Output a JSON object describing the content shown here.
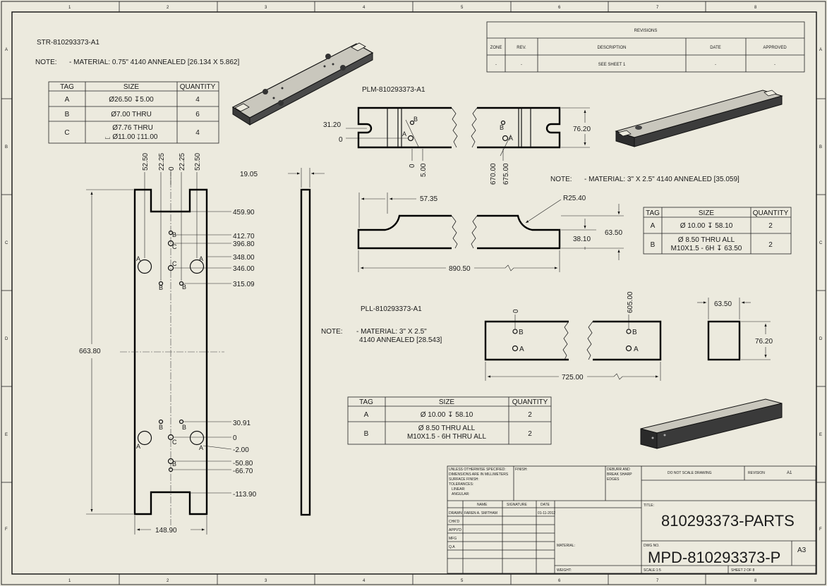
{
  "sheet": {
    "col_numbers": [
      "1",
      "2",
      "3",
      "4",
      "5",
      "6",
      "7",
      "8"
    ],
    "row_letters": [
      "A",
      "B",
      "C",
      "D",
      "E",
      "F"
    ]
  },
  "revisions": {
    "title": "REVISIONS",
    "headers": [
      "ZONE",
      "REV.",
      "DESCRIPTION",
      "DATE",
      "APPROVED"
    ],
    "row": [
      "-",
      "-",
      "SEE SHEET 1",
      "-",
      "-"
    ]
  },
  "str_part": {
    "title": "STR-810293373-A1",
    "note_label": "NOTE:",
    "note": "- MATERIAL: 0.75\" 4140 ANNEALED [26.134 X 5.862]",
    "table": {
      "headers": [
        "TAG",
        "SIZE",
        "QUANTITY"
      ],
      "rows": [
        {
          "tag": "A",
          "size": "Ø26.50 ↧5.00",
          "size2": "",
          "qty": "4"
        },
        {
          "tag": "B",
          "size": "Ø7.00 THRU",
          "size2": "",
          "qty": "6"
        },
        {
          "tag": "C",
          "size": "Ø7.76 THRU",
          "size2": "⌴ Ø11.00 ↧11.00",
          "qty": "4"
        }
      ]
    },
    "top_dims": [
      "52.50",
      "22.25",
      "0",
      "22.25",
      "52.50"
    ],
    "right_dims": [
      "459.90",
      "412.70",
      "396.80",
      "348.00",
      "346.00",
      "315.09",
      "30.91",
      "0",
      "-2.00",
      "-50.80",
      "-66.70",
      "-113.90"
    ],
    "height_dim": "663.80",
    "width_dim": "148.90",
    "thickness_dim": "19.05",
    "hole_tags": [
      "A",
      "B",
      "C"
    ]
  },
  "plm_part": {
    "title": "PLM-810293373-A1",
    "note_label": "NOTE:",
    "note": "- MATERIAL: 3\" X 2.5\" 4140 ANNEALED [35.059]",
    "dims": {
      "d3120": "31.20",
      "zero": "0",
      "d500": "5.00",
      "d67000": "670.00",
      "d67500": "675.00",
      "d7620": "76.20",
      "d5735": "57.35",
      "r2540": "R25.40",
      "d6350": "63.50",
      "d3810": "38.10",
      "d89050": "890.50"
    },
    "table": {
      "headers": [
        "TAG",
        "SIZE",
        "QUANTITY"
      ],
      "rows": [
        {
          "tag": "A",
          "size": "Ø 10.00 ↧ 58.10",
          "size2": "",
          "qty": "2"
        },
        {
          "tag": "B",
          "size": "Ø 8.50 THRU ALL",
          "size2": "M10X1.5 - 6H ↧ 63.50",
          "qty": "2"
        }
      ]
    }
  },
  "pll_part": {
    "title": "PLL-810293373-A1",
    "note_label": "NOTE:",
    "note_line1": "- MATERIAL: 3\" X 2.5\"",
    "note_line2": "4140 ANNEALED [28.543]",
    "dims": {
      "zero": "0",
      "d60500": "605.00",
      "d72500": "725.00",
      "d6350": "63.50",
      "d7620": "76.20"
    },
    "table": {
      "headers": [
        "TAG",
        "SIZE",
        "QUANTITY"
      ],
      "rows": [
        {
          "tag": "A",
          "size": "Ø 10.00 ↧ 58.10",
          "size2": "",
          "qty": "2"
        },
        {
          "tag": "B",
          "size": "Ø 8.50 THRU ALL",
          "size2": "M10X1.5 - 6H THRU ALL",
          "qty": "2"
        }
      ]
    }
  },
  "title_block": {
    "unless": "UNLESS OTHERWISE SPECIFIED:",
    "dims_mm": "DIMENSIONS ARE IN MILLIMETERS",
    "surface": "SURFACE FINISH:",
    "tolerances": "TOLERANCES:",
    "linear": "LINEAR:",
    "angular": "ANGULAR:",
    "finish": "FINISH:",
    "deburr1": "DEBURR AND",
    "deburr2": "BREAK SHARP",
    "deburr3": "EDGES",
    "do_not_scale": "DO NOT SCALE DRAWING",
    "revision_label": "REVISION",
    "revision_val": "A1",
    "col_name": "NAME",
    "col_sig": "SIGNATURE",
    "col_date": "DATE",
    "drawn": "DRAWN",
    "drawn_name": "FAREN A. SMITHAM",
    "drawn_date": "01-11-2012",
    "chkd": "CHK'D",
    "appvd": "APPV'D",
    "mfg": "MFG",
    "qa": "Q.A",
    "material": "MATERIAL:",
    "weight": "WEIGHT:",
    "title_label": "TITLE:",
    "title": "810293373-PARTS",
    "dwg_label": "DWG NO.",
    "dwg_no": "MPD-810293373-P",
    "size": "A3",
    "scale": "SCALE:1:5",
    "sheet": "SHEET 2 OF 8"
  }
}
